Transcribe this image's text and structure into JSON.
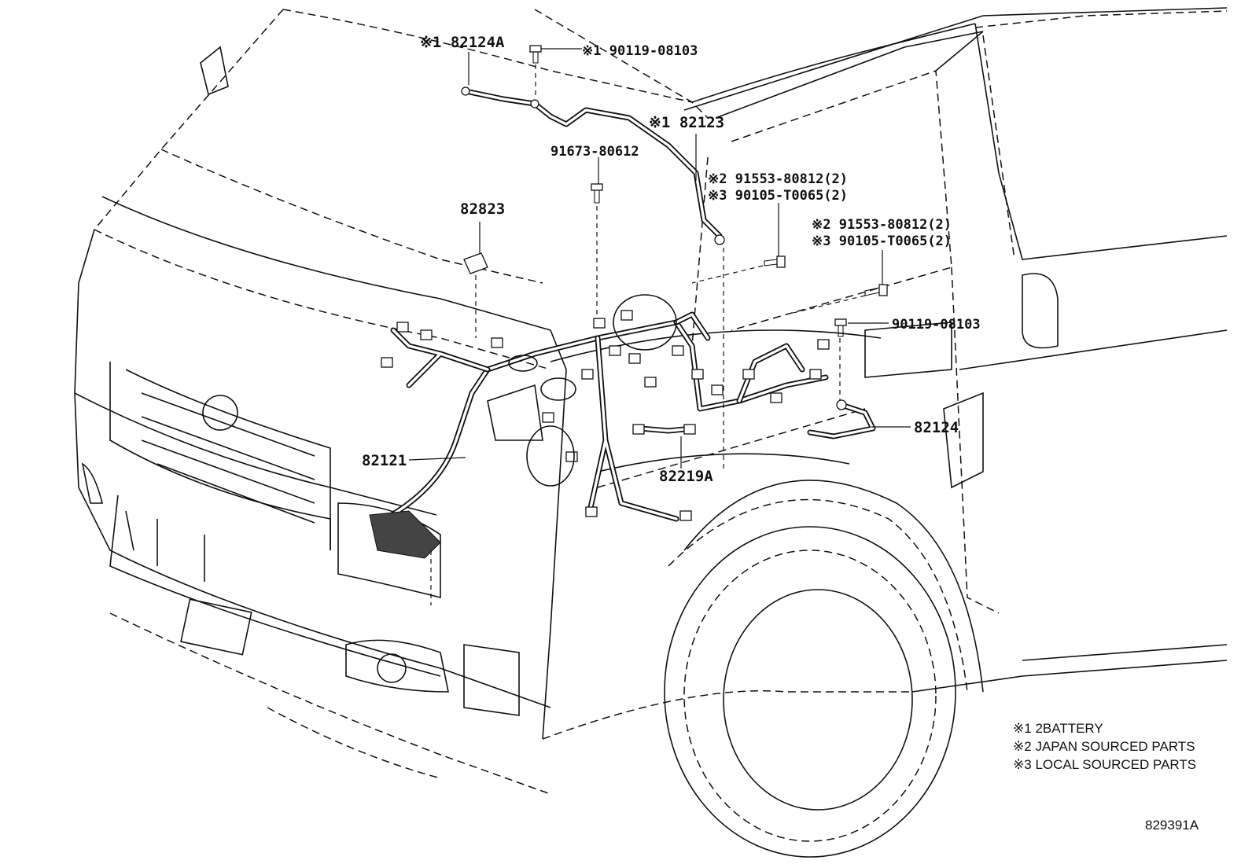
{
  "callouts": {
    "p82124A": {
      "mark": "※1",
      "part": "82124A"
    },
    "p9011908103_top": {
      "mark": "※1",
      "part": "90119-08103"
    },
    "p82123": {
      "mark": "※1",
      "part": "82123"
    },
    "p9167380612": {
      "mark": "",
      "part": "91673-80612"
    },
    "p82823": {
      "mark": "",
      "part": "82823"
    },
    "p9155380812_a": {
      "mark": "※2",
      "part": "91553-80812(2)"
    },
    "p90105T0065_a": {
      "mark": "※3",
      "part": "90105-T0065(2)"
    },
    "p9155380812_b": {
      "mark": "※2",
      "part": "91553-80812(2)"
    },
    "p90105T0065_b": {
      "mark": "※3",
      "part": "90105-T0065(2)"
    },
    "p9011908103_side": {
      "mark": "",
      "part": "90119-08103"
    },
    "p82124": {
      "mark": "",
      "part": "82124"
    },
    "p82121": {
      "mark": "",
      "part": "82121"
    },
    "p82219A": {
      "mark": "",
      "part": "82219A"
    }
  },
  "notes": [
    {
      "mark": "※1",
      "text": "2BATTERY"
    },
    {
      "mark": "※2",
      "text": "JAPAN SOURCED PARTS"
    },
    {
      "mark": "※3",
      "text": "LOCAL SOURCED PARTS"
    }
  ],
  "figure_id": "829391A"
}
